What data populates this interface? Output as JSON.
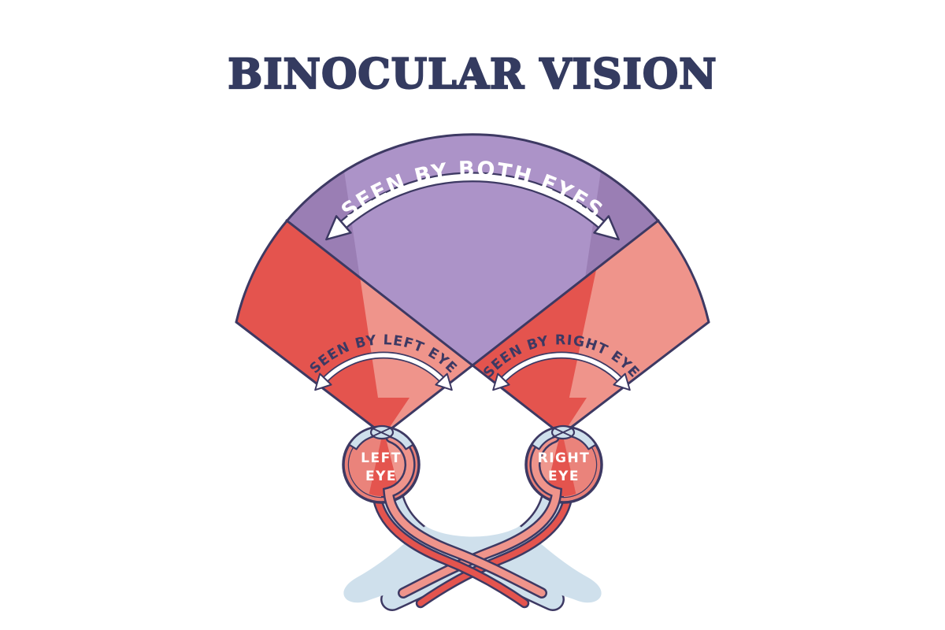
{
  "title": "BINOCULAR VISION",
  "field_labels": {
    "both": "SEEN BY BOTH EYES",
    "left": "SEEN BY LEFT EYE",
    "right": "SEEN BY RIGHT EYE"
  },
  "eye_labels": {
    "left_line1": "LEFT",
    "left_line2": "EYE",
    "right_line1": "RIGHT",
    "right_line2": "EYE"
  },
  "colors": {
    "title_navy": "#343b60",
    "outline_navy": "#3d3963",
    "field_red_dark": "#e4544e",
    "field_red_light": "#ef948b",
    "overlap_purple": "#ac93c8",
    "overlap_purple_dark": "#9a7eb4",
    "nerve_blue": "#cfe0ec",
    "eye_ring_red": "#e98078",
    "eye_inner_red": "#ef978e",
    "eye_half_red": "#ea837b",
    "label_white": "#ffffff"
  }
}
